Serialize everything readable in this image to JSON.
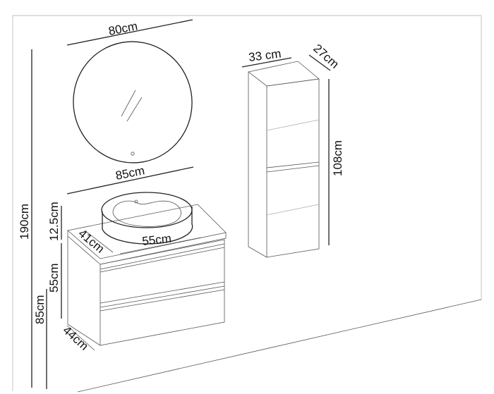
{
  "dimensions": {
    "mirror_width": "80cm",
    "vanity_width": "85cm",
    "total_height": "190cm",
    "vanity_height_floor": "85cm",
    "basin_height": "12.5cm",
    "cabinet_height": "55cm",
    "cabinet_depth": "44cm",
    "top_depth": "41cm",
    "basin_width": "55cm",
    "tall_unit_width": "33 cm",
    "tall_unit_depth": "27cm",
    "tall_unit_height": "108cm"
  },
  "colors": {
    "line": "#222222",
    "background": "#ffffff"
  }
}
